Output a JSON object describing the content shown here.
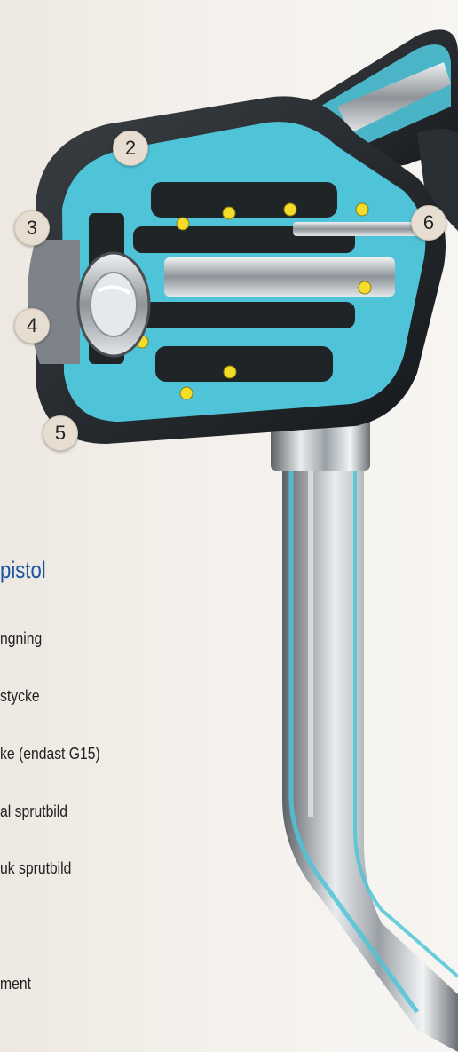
{
  "title": "pistol",
  "callouts": [
    "2",
    "3",
    "4",
    "5",
    "6"
  ],
  "items": [
    "ngning",
    "stycke",
    "ke (endast G15)",
    "al sprutbild",
    "uk sprutbild",
    "ment"
  ],
  "colors": {
    "title": "#1a55a4",
    "water_channel": "#4fc4d8",
    "metal_dark": "#23282c",
    "seal_yellow": "#f4dc2a",
    "callout_fill": "#e7ddd0"
  }
}
